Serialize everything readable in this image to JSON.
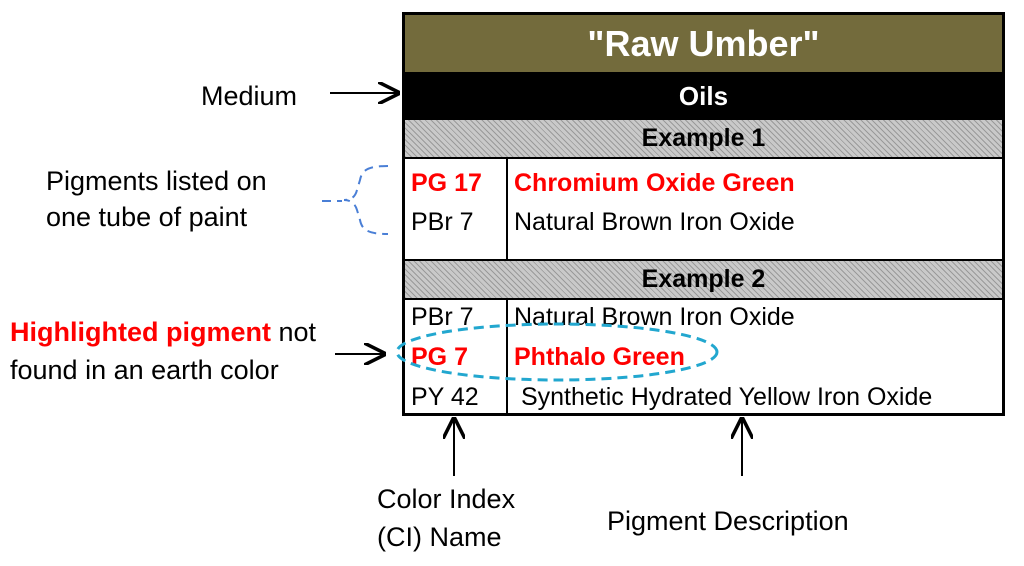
{
  "table": {
    "title": "\"Raw Umber\"",
    "medium": "Oils",
    "example1": {
      "label": "Example 1",
      "rows": [
        {
          "ci": "PG 17",
          "description": "Chromium Oxide Green",
          "highlighted": true
        },
        {
          "ci": "PBr 7",
          "description": "Natural Brown Iron Oxide",
          "highlighted": false
        }
      ]
    },
    "example2": {
      "label": "Example 2",
      "rows": [
        {
          "ci": "PBr 7",
          "description": "Natural Brown Iron Oxide",
          "highlighted": false
        },
        {
          "ci": "PG 7",
          "description": "Phthalo Green",
          "highlighted": true
        },
        {
          "ci": "PY 42",
          "description": " Synthetic Hydrated Yellow Iron Oxide",
          "highlighted": false
        }
      ]
    }
  },
  "annotations": {
    "medium": "Medium",
    "pigments_line1": "Pigments listed on",
    "pigments_line2": "one tube of paint",
    "highlight_red": "Highlighted pigment",
    "highlight_rest1": " not",
    "highlight_line2": "found in an earth color",
    "ci_line1": "Color Index",
    "ci_line2": "(CI) Name",
    "pigment_description": "Pigment Description"
  },
  "colors": {
    "title_band": "#736b3c",
    "highlight": "#ff0000",
    "bracket": "#4a7fd6",
    "ellipse": "#22a7cf"
  }
}
